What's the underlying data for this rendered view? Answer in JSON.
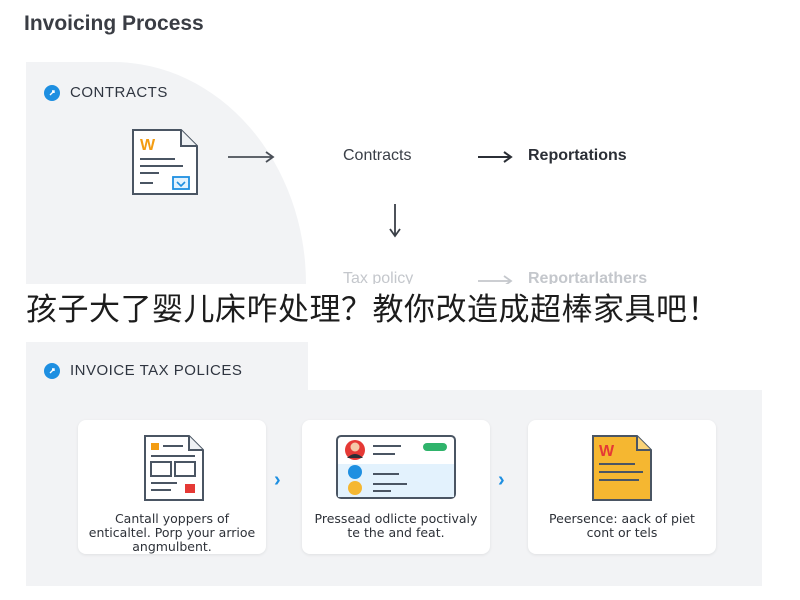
{
  "page_title": "Invoicing Process",
  "sections": {
    "contracts": {
      "header": "CONTRACTS",
      "flow": {
        "step_1": "Contracts",
        "step_2": "Reportations",
        "faded_step_1": "Tax policy",
        "faded_step_2": "Reportarlathers"
      }
    },
    "invoice_tax": {
      "header": "INVOICE TAX POLICES",
      "cards": [
        {
          "caption": "Cantall yoppers of enticaltel. Porp your arrioe angmulbent."
        },
        {
          "caption": "Pressead odlicte poctivaly te the and feat."
        },
        {
          "caption": "Peersence: aack of piet cont or tels"
        }
      ]
    }
  },
  "banner": {
    "text": "孩子大了婴儿床咋处理？教你改造成超棒家具吧！"
  },
  "colors": {
    "accent": "#1e8fe1",
    "panel_bg": "#f2f3f5",
    "doc_yellow": "#f5b731",
    "doc_orange": "#f39c12",
    "doc_red": "#e53935"
  },
  "icons": [
    "info-dot-icon",
    "word-document-icon",
    "form-document-icon",
    "profile-card-icon",
    "yellow-word-document-icon",
    "arrow-right-icon",
    "arrow-down-icon",
    "chevron-right-icon"
  ]
}
